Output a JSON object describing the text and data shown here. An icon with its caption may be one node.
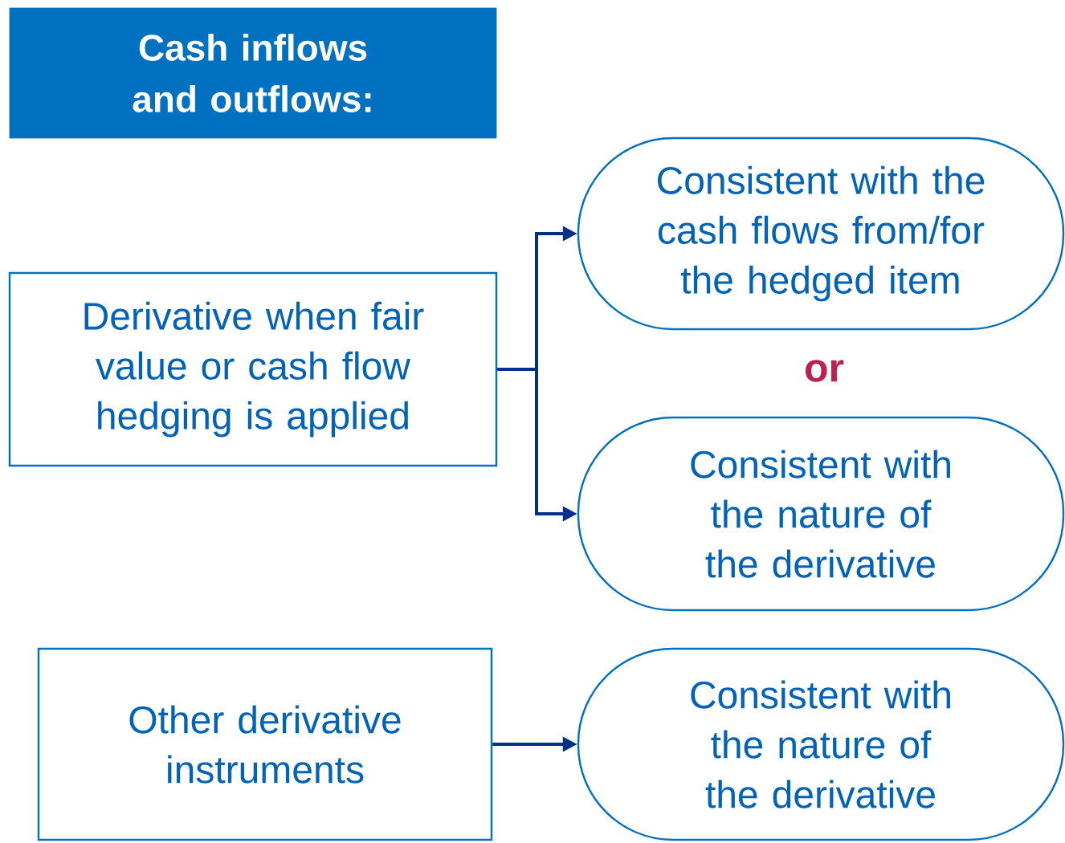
{
  "diagram": {
    "nodes": [
      {
        "text": [
          "Cash inflows and outflows:"
        ]
      },
      {
        "text": [
          "Derivative when fair value or cash flow hedging is applied"
        ]
      },
      {
        "text": [
          "Consistent with the cash flows from/for the hedged item"
        ]
      },
      {
        "text": [
          "Consistent with the nature of the derivative"
        ]
      },
      {
        "text": [
          "Other derivative instruments"
        ]
      },
      {
        "text": [
          "Consistent with the nature of the derivative"
        ]
      }
    ],
    "edges": [
      {
        "from": 1,
        "to": 2,
        "arrow": "to"
      },
      {
        "from": 1,
        "to": 3,
        "arrow": "to"
      },
      {
        "from": 4,
        "to": 5,
        "arrow": "to"
      }
    ],
    "labels": [
      "or"
    ]
  }
}
